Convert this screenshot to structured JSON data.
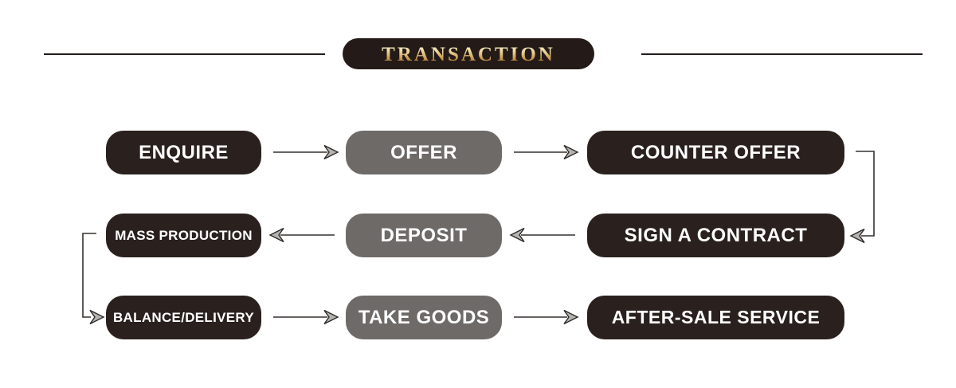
{
  "header": {
    "title": "TRANSACTION"
  },
  "colors": {
    "dark_box": "#2a211e",
    "gray_box": "#6d6a68",
    "gold_top": "#f8edc8",
    "gold_bottom": "#a9783a",
    "arrow_line": "#35312f",
    "arrow_head_fill": "#b5b2b0",
    "background": "#ffffff"
  },
  "nodes": {
    "enquire": {
      "label": "ENQUIRE",
      "variant": "dark"
    },
    "offer": {
      "label": "OFFER",
      "variant": "gray"
    },
    "counter_offer": {
      "label": "COUNTER OFFER",
      "variant": "dark"
    },
    "mass_production": {
      "label": "MASS PRODUCTION",
      "variant": "dark"
    },
    "deposit": {
      "label": "DEPOSIT",
      "variant": "gray"
    },
    "sign_a_contract": {
      "label": "SIGN A CONTRACT",
      "variant": "dark"
    },
    "balance_delivery": {
      "label": "BALANCE/DELIVERY",
      "variant": "dark"
    },
    "take_goods": {
      "label": "TAKE GOODS",
      "variant": "gray"
    },
    "after_sale_service": {
      "label": "AFTER-SALE SERVICE",
      "variant": "dark"
    }
  },
  "flow_order": [
    "enquire",
    "offer",
    "counter_offer",
    "sign_a_contract",
    "deposit",
    "mass_production",
    "balance_delivery",
    "take_goods",
    "after_sale_service"
  ],
  "edges": [
    {
      "from": "enquire",
      "to": "offer"
    },
    {
      "from": "offer",
      "to": "counter_offer"
    },
    {
      "from": "counter_offer",
      "to": "sign_a_contract"
    },
    {
      "from": "sign_a_contract",
      "to": "deposit"
    },
    {
      "from": "deposit",
      "to": "mass_production"
    },
    {
      "from": "mass_production",
      "to": "balance_delivery"
    },
    {
      "from": "balance_delivery",
      "to": "take_goods"
    },
    {
      "from": "take_goods",
      "to": "after_sale_service"
    }
  ]
}
